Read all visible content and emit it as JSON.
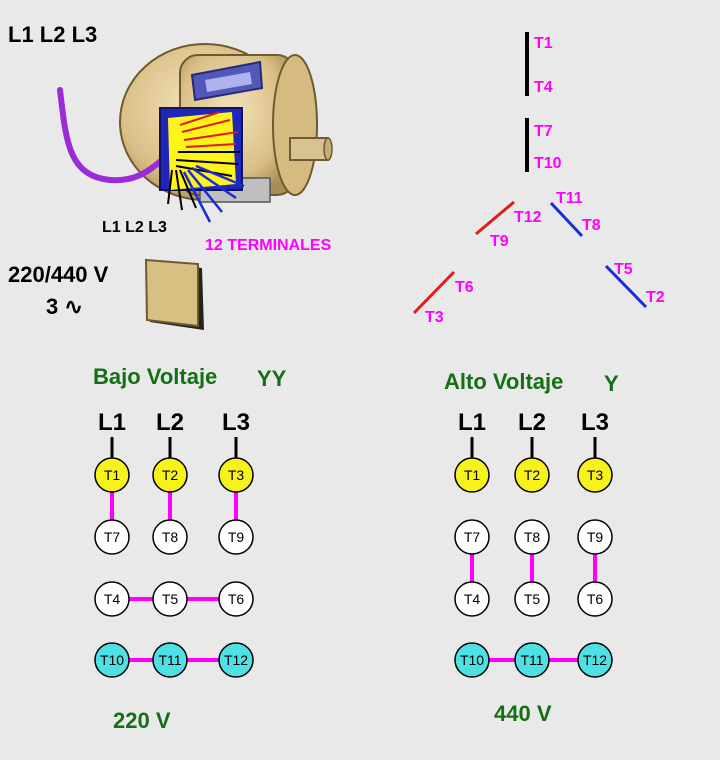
{
  "header": {
    "lines_label": "L1 L2 L3",
    "lines_label_small": "L1 L2 L3",
    "terminals_label": "12 TERMINALES",
    "voltage_label": "220/440 V",
    "phase_label": "3 ∿"
  },
  "winding": {
    "labels": [
      "T1",
      "T4",
      "T7",
      "T10",
      "T11",
      "T8",
      "T12",
      "T9",
      "T6",
      "T3",
      "T5",
      "T2"
    ]
  },
  "low_voltage": {
    "title": "Bajo Voltaje",
    "symbol": "YY",
    "lines": [
      "L1",
      "L2",
      "L3"
    ],
    "rows": [
      [
        "T1",
        "T2",
        "T3"
      ],
      [
        "T7",
        "T8",
        "T9"
      ],
      [
        "T4",
        "T5",
        "T6"
      ],
      [
        "T10",
        "T11",
        "T12"
      ]
    ],
    "voltage": "220 V"
  },
  "high_voltage": {
    "title": "Alto Voltaje",
    "symbol": "Y",
    "lines": [
      "L1",
      "L2",
      "L3"
    ],
    "rows": [
      [
        "T1",
        "T2",
        "T3"
      ],
      [
        "T7",
        "T8",
        "T9"
      ],
      [
        "T4",
        "T5",
        "T6"
      ],
      [
        "T10",
        "T11",
        "T12"
      ]
    ],
    "voltage": "440 V"
  },
  "colors": {
    "background": "#e9e9ea",
    "magenta": "#ff00ff",
    "green_title": "#147014",
    "yellow_terminal": "#f7f21b",
    "white_terminal": "#ffffff",
    "cyan_terminal": "#4fe0e4",
    "red_winding": "#e01b1b",
    "blue_winding": "#1b2bd9",
    "cable": "#9a2bd6"
  }
}
